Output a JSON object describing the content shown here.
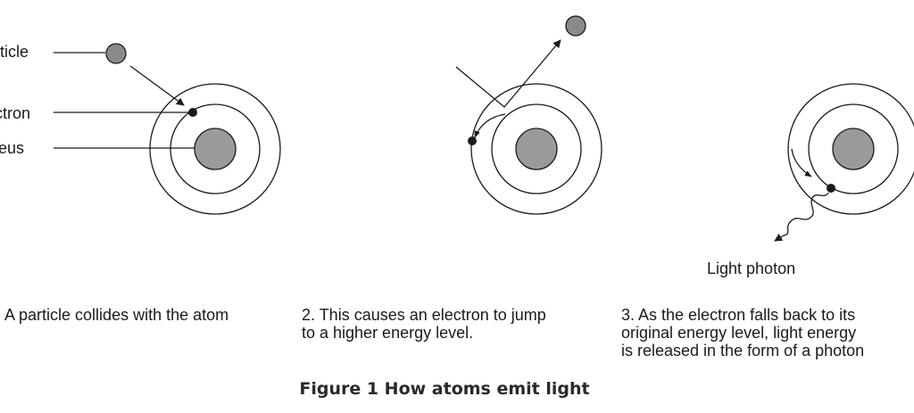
{
  "labels": {
    "particle": "rticle",
    "electron": "ctron",
    "nucleus": "leus",
    "photon": "Light photon"
  },
  "captions": {
    "step1": [
      ". A particle collides with the atom"
    ],
    "step2": [
      "2. This causes an electron to jump",
      "to a higher energy level."
    ],
    "step3": [
      "3. As the electron falls back to its",
      "original energy level, light energy",
      "is released in the form of a photon"
    ]
  },
  "figure_title": "Figure 1 How atoms emit light",
  "colors": {
    "nucleus": "#9a9a9a",
    "particle": "#8a8a8a",
    "line": "#1a1a1a"
  }
}
